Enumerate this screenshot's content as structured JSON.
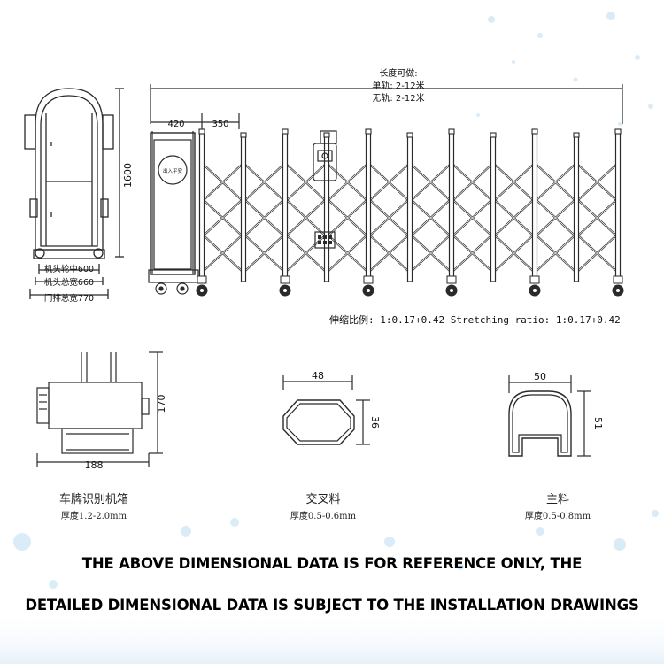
{
  "top_dims": {
    "length_title": "长度可做:",
    "single_rail": "单轨: 2-12米",
    "no_rail": "无轨: 2-12米",
    "d420": "420",
    "d350": "350"
  },
  "side_view": {
    "height": "1600",
    "wheel_center": "机头轮中600",
    "head_width": "机头总宽660",
    "gate_width": "门排总宽770"
  },
  "booth_sign": "出入平安",
  "stretch_ratio": "伸缩比例: 1:0.17+0.42 Stretching ratio: 1:0.17+0.42",
  "details": [
    {
      "name": "车牌识别机箱",
      "thickness": "厚度1.2-2.0mm",
      "dim_w": "188",
      "dim_h": "170"
    },
    {
      "name": "交叉料",
      "thickness": "厚度0.5-0.6mm",
      "dim_w": "48",
      "dim_h": "36"
    },
    {
      "name": "主料",
      "thickness": "厚度0.5-0.8mm",
      "dim_w": "50",
      "dim_h": "51"
    }
  ],
  "footer": {
    "line1": "THE ABOVE DIMENSIONAL DATA IS FOR REFERENCE ONLY, THE",
    "line2": "DETAILED DIMENSIONAL DATA IS SUBJECT TO THE INSTALLATION DRAWINGS"
  },
  "colors": {
    "line": "#2a2a2a",
    "accent_bubble": "#cfe6f7",
    "background": "#ffffff"
  }
}
